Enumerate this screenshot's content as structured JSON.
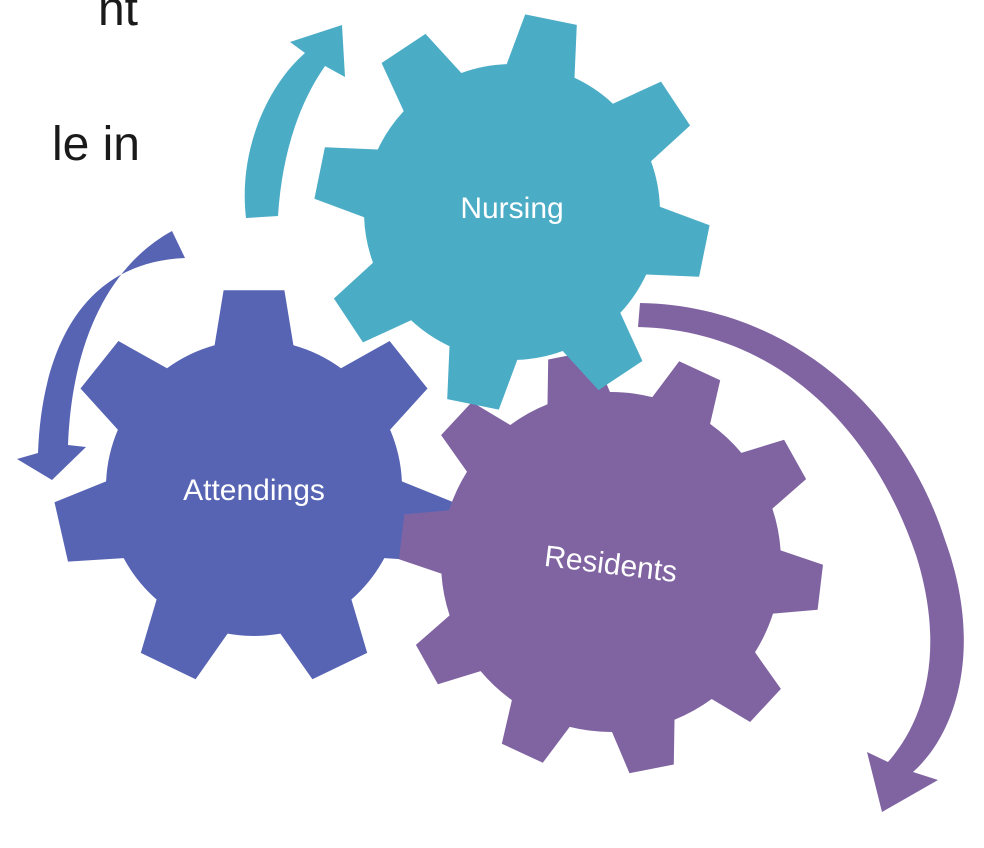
{
  "slide_text": {
    "line_1": "nt",
    "line_2": "le in"
  },
  "gears": [
    {
      "id": "nursing",
      "label": "Nursing",
      "color": "#4bacc6"
    },
    {
      "id": "attendings",
      "label": "Attendings",
      "color": "#5764b4"
    },
    {
      "id": "residents",
      "label": "Residents",
      "color": "#8064a2"
    }
  ],
  "arrows": [
    {
      "id": "nursing-arrow",
      "color": "#4bacc6"
    },
    {
      "id": "attendings-arrow",
      "color": "#5764b4"
    },
    {
      "id": "residents-arrow",
      "color": "#8064a2"
    }
  ]
}
